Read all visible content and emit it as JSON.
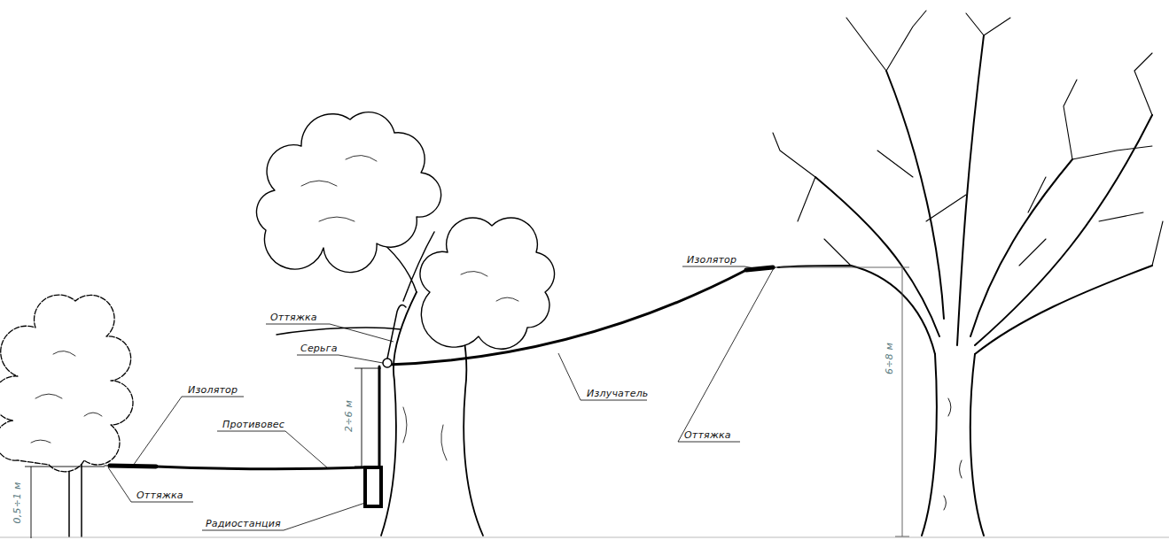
{
  "diagram": {
    "labels": [
      "Изолятор",
      "Оттяжка",
      "Серьга",
      "6÷8 м",
      "Изолятор",
      "Излучатель",
      "2÷6 м",
      "Противовес",
      "Оттяжка",
      "Оттяжка",
      "0,5÷1 м",
      "Радиостанция"
    ]
  }
}
